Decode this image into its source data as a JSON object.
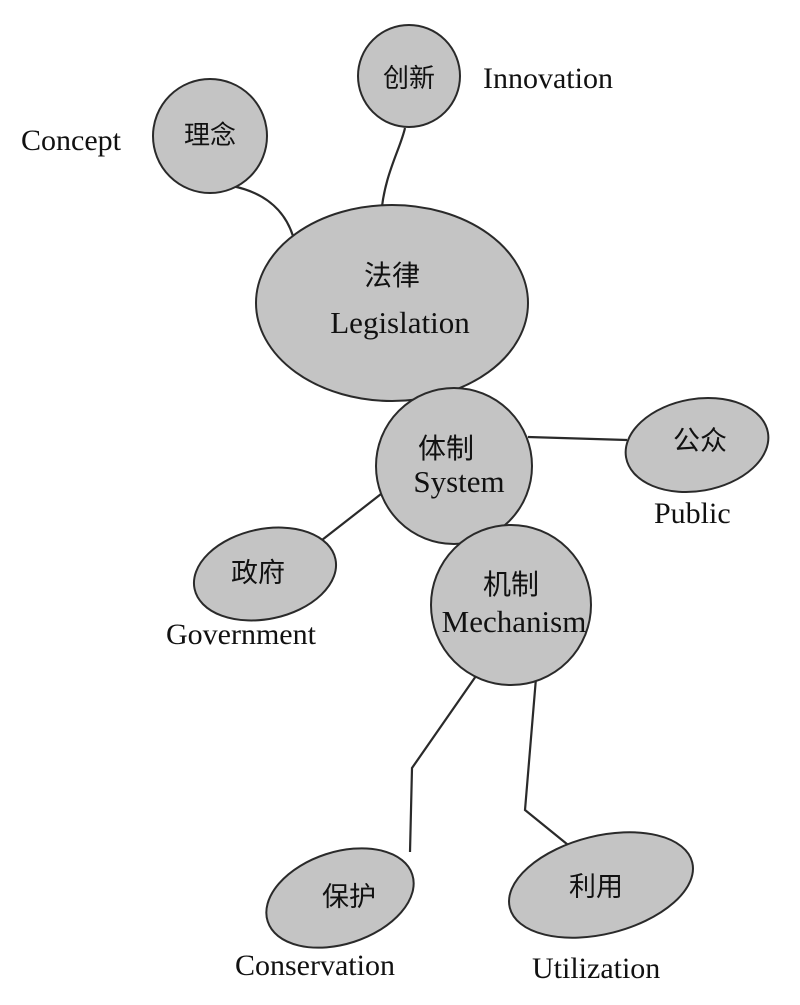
{
  "nodes": {
    "legislation": {
      "cn": "法律",
      "en": "Legislation"
    },
    "system": {
      "cn": "体制",
      "en": "System"
    },
    "mechanism": {
      "cn": "机制",
      "en": "Mechanism"
    },
    "concept": {
      "cn": "理念",
      "en": "Concept"
    },
    "innovation": {
      "cn": "创新",
      "en": "Innovation"
    },
    "public": {
      "cn": "公众",
      "en": "Public"
    },
    "government": {
      "cn": "政府",
      "en": "Government"
    },
    "conservation": {
      "cn": "保护",
      "en": "Conservation"
    },
    "utilization": {
      "cn": "利用",
      "en": "Utilization"
    }
  },
  "colors": {
    "node_fill": "#c4c4c4",
    "stroke": "#2a2a2a",
    "text": "#111111"
  }
}
